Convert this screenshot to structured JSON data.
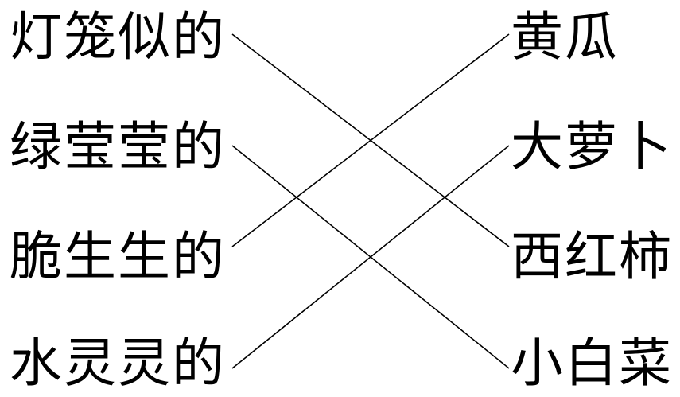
{
  "left_items": [
    {
      "label": "灯笼似的"
    },
    {
      "label": "绿莹莹的"
    },
    {
      "label": "脆生生的"
    },
    {
      "label": "水灵灵的"
    }
  ],
  "right_items": [
    {
      "label": "黄瓜"
    },
    {
      "label": "大萝卜"
    },
    {
      "label": "西红柿"
    },
    {
      "label": "小白菜"
    }
  ],
  "connections": [
    {
      "from": "灯笼似的",
      "to": "西红柿"
    },
    {
      "from": "绿莹莹的",
      "to": "小白菜"
    },
    {
      "from": "脆生生的",
      "to": "黄瓜"
    },
    {
      "from": "水灵灵的",
      "to": "大萝卜"
    }
  ],
  "line_color": "#000000"
}
